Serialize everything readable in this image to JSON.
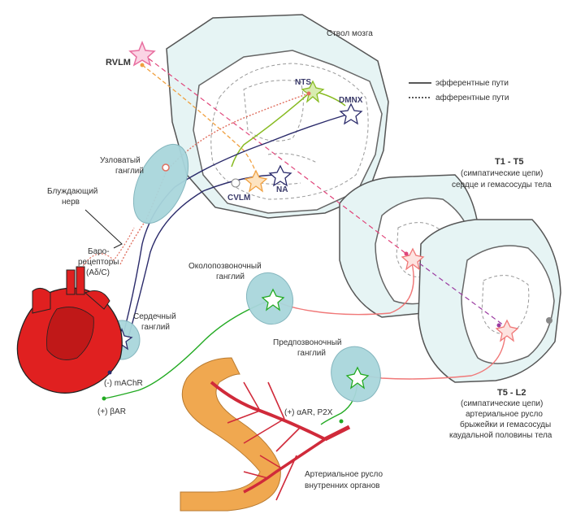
{
  "labels": {
    "brainstem": "Ствол мозга",
    "rvlm": "RVLM",
    "nts": "NTS",
    "dmnx": "DMNX",
    "cvlm": "CVLM",
    "na": "NA",
    "nodose_1": "Узловатый",
    "nodose_2": "ганглий",
    "vagus_1": "Блуждающий",
    "vagus_2": "нерв",
    "baro_1": "Баро-",
    "baro_2": "рецепторы",
    "baro_3": "(Aδ/C)",
    "cardiac_1": "Сердечный",
    "cardiac_2": "ганглий",
    "machr": "(-) mAChR",
    "bar": "(+) βAR",
    "paravert_1": "Околопозвоночный",
    "paravert_2": "ганглий",
    "prevert_1": "Предпозвоночный",
    "prevert_2": "ганглий",
    "alpha": "(+) αAR, P2X",
    "arterial_1": "Артериальное русло",
    "arterial_2": "внутренних органов",
    "t1t5_title": "T1 - T5",
    "t1t5_sub1": "(симпатические цепи)",
    "t1t5_sub2": "сердце и гемасосуды тела",
    "t5l2_title": "T5 - L2",
    "t5l2_sub1": "(симпатические цепи)",
    "t5l2_sub2": "артериальное русло",
    "t5l2_sub3": "брыжейки и гемасосуды",
    "t5l2_sub4": "каудальной половины тела"
  },
  "legend": {
    "efferent": "эфферентные пути",
    "afferent": "афферентные пути"
  },
  "colors": {
    "sympathetic": "#e0457a",
    "rvlm_star": "#e86fa0",
    "vagal": "#2a2a6a",
    "sensory": "#e07060",
    "green_path": "#22aa22",
    "nts_green": "#88bb22",
    "cvlm_orange": "#f0a040",
    "postgang": "#f07878",
    "heart_red": "#e02020",
    "gut_orange": "#f0a850",
    "artery_red": "#d02a3a"
  }
}
